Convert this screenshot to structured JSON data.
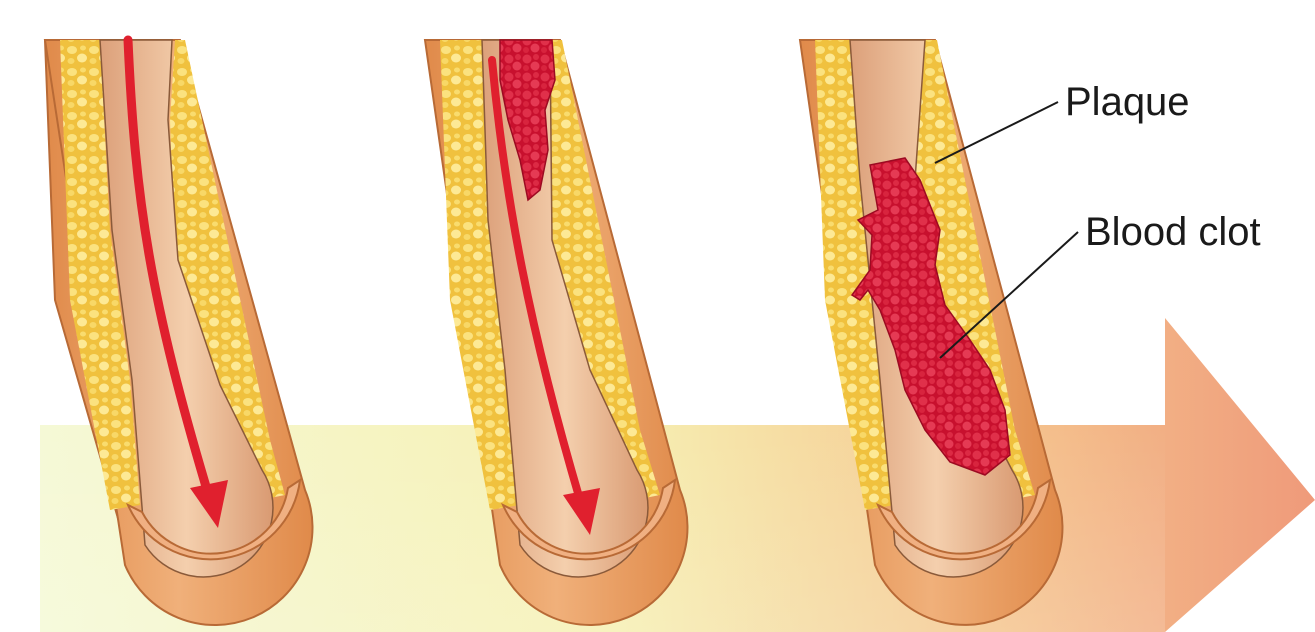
{
  "labels": {
    "plaque": "Plaque",
    "blood_clot": "Blood clot"
  },
  "stages": [
    {
      "name": "flow",
      "clot": false
    },
    {
      "name": "partial-clot",
      "clot": "small"
    },
    {
      "name": "blocked",
      "clot": "large"
    }
  ],
  "colors": {
    "arrow_start": "#f3f7c4",
    "arrow_mid": "#f8e6a3",
    "arrow_end": "#f2a07c",
    "artery_wall": "#e89a5a",
    "artery_inner": "#f2c49c",
    "lumen": "#eab38c",
    "plaque": "#f3c948",
    "plaque_blob": "#fbe489",
    "blood_flow": "#e0202e",
    "clot": "#d41b3a"
  }
}
